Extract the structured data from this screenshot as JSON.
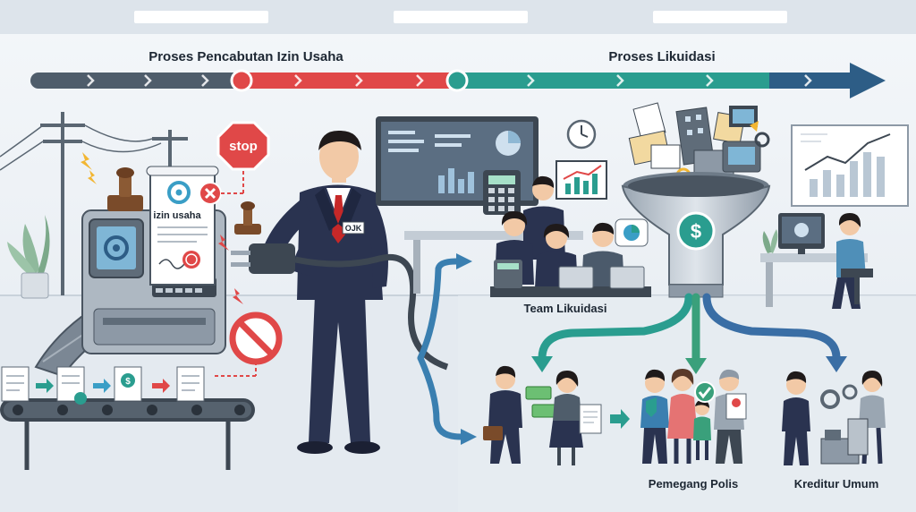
{
  "timeline": {
    "stage1_label": "Proses Pencabutan Izin Usaha",
    "stage2_label": "Proses Likuidasi"
  },
  "colors": {
    "stage1": "#4f5d6b",
    "revocation": "#e04848",
    "liquidation": "#2a9d8f",
    "final": "#2d5d86",
    "suit": "#2a3350",
    "tie": "#c62828"
  },
  "labels": {
    "stop_sign": "stop",
    "document_title": "izin usaha",
    "official_badge": "OJK",
    "liquidation_team": "Team Likuidasi",
    "policyholders": "Pemegang Polis",
    "general_creditors": "Kreditur Umum"
  },
  "icons": {
    "coin": "$",
    "doc_coin": "$"
  }
}
